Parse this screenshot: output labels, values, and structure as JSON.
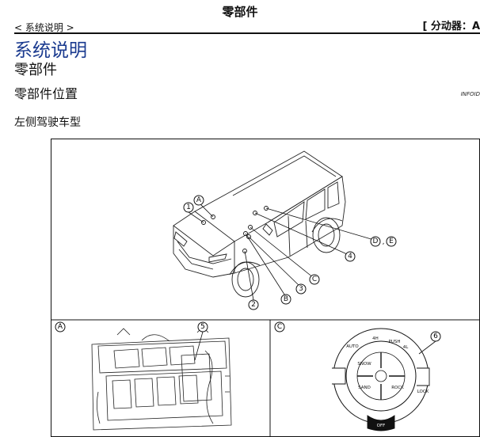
{
  "header": {
    "title": "零部件",
    "breadcrumb": "< 系统说明 >",
    "subsystem": "[ 分动器：",
    "subsystem_cut": "A"
  },
  "section": {
    "h1": "系统说明",
    "h2": "零部件",
    "h3": "零部件位置",
    "infoid": "INFOID",
    "h4": "左侧驾驶车型"
  },
  "figure": {
    "callouts": {
      "c1": "1",
      "c2": "2",
      "c3": "3",
      "c4": "4",
      "c5": "5",
      "c6": "6",
      "cA": "A",
      "cB": "B",
      "cC": "C",
      "cD": "D",
      "cE": "E",
      "comma": ","
    },
    "panel_a_label": "A",
    "panel_c_label": "C",
    "switch_labels": {
      "auto": "AUTO",
      "h4": "4H",
      "push": "PUSH",
      "l4": "4L",
      "snow": "SNOW",
      "sand": "SAND",
      "rock": "ROCK",
      "lock": "LOCK",
      "off": "OFF"
    }
  },
  "colors": {
    "heading_blue": "#1a3a8f",
    "line": "#111111"
  }
}
